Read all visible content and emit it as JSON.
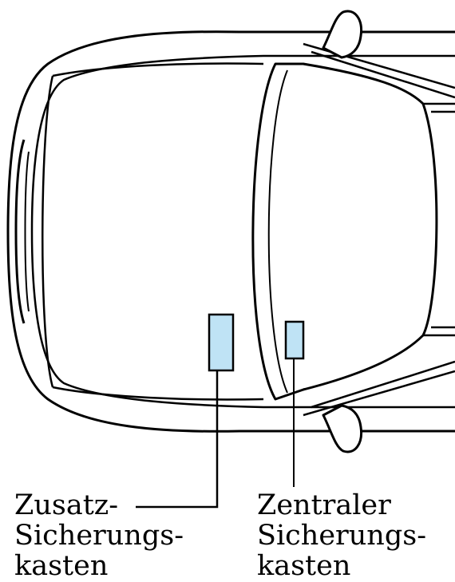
{
  "diagram": {
    "colors": {
      "outline": "#000000",
      "body_fill": "#ffffff",
      "glass_fill": "#ffffff",
      "box_fill": "#bfe3f5"
    },
    "labels": {
      "auxiliary_fuse_box": [
        "Zusatz-",
        "Sicherungs-",
        "kasten"
      ],
      "central_fuse_box": [
        "Zentraler",
        "Sicherungs-",
        "kasten"
      ]
    }
  }
}
